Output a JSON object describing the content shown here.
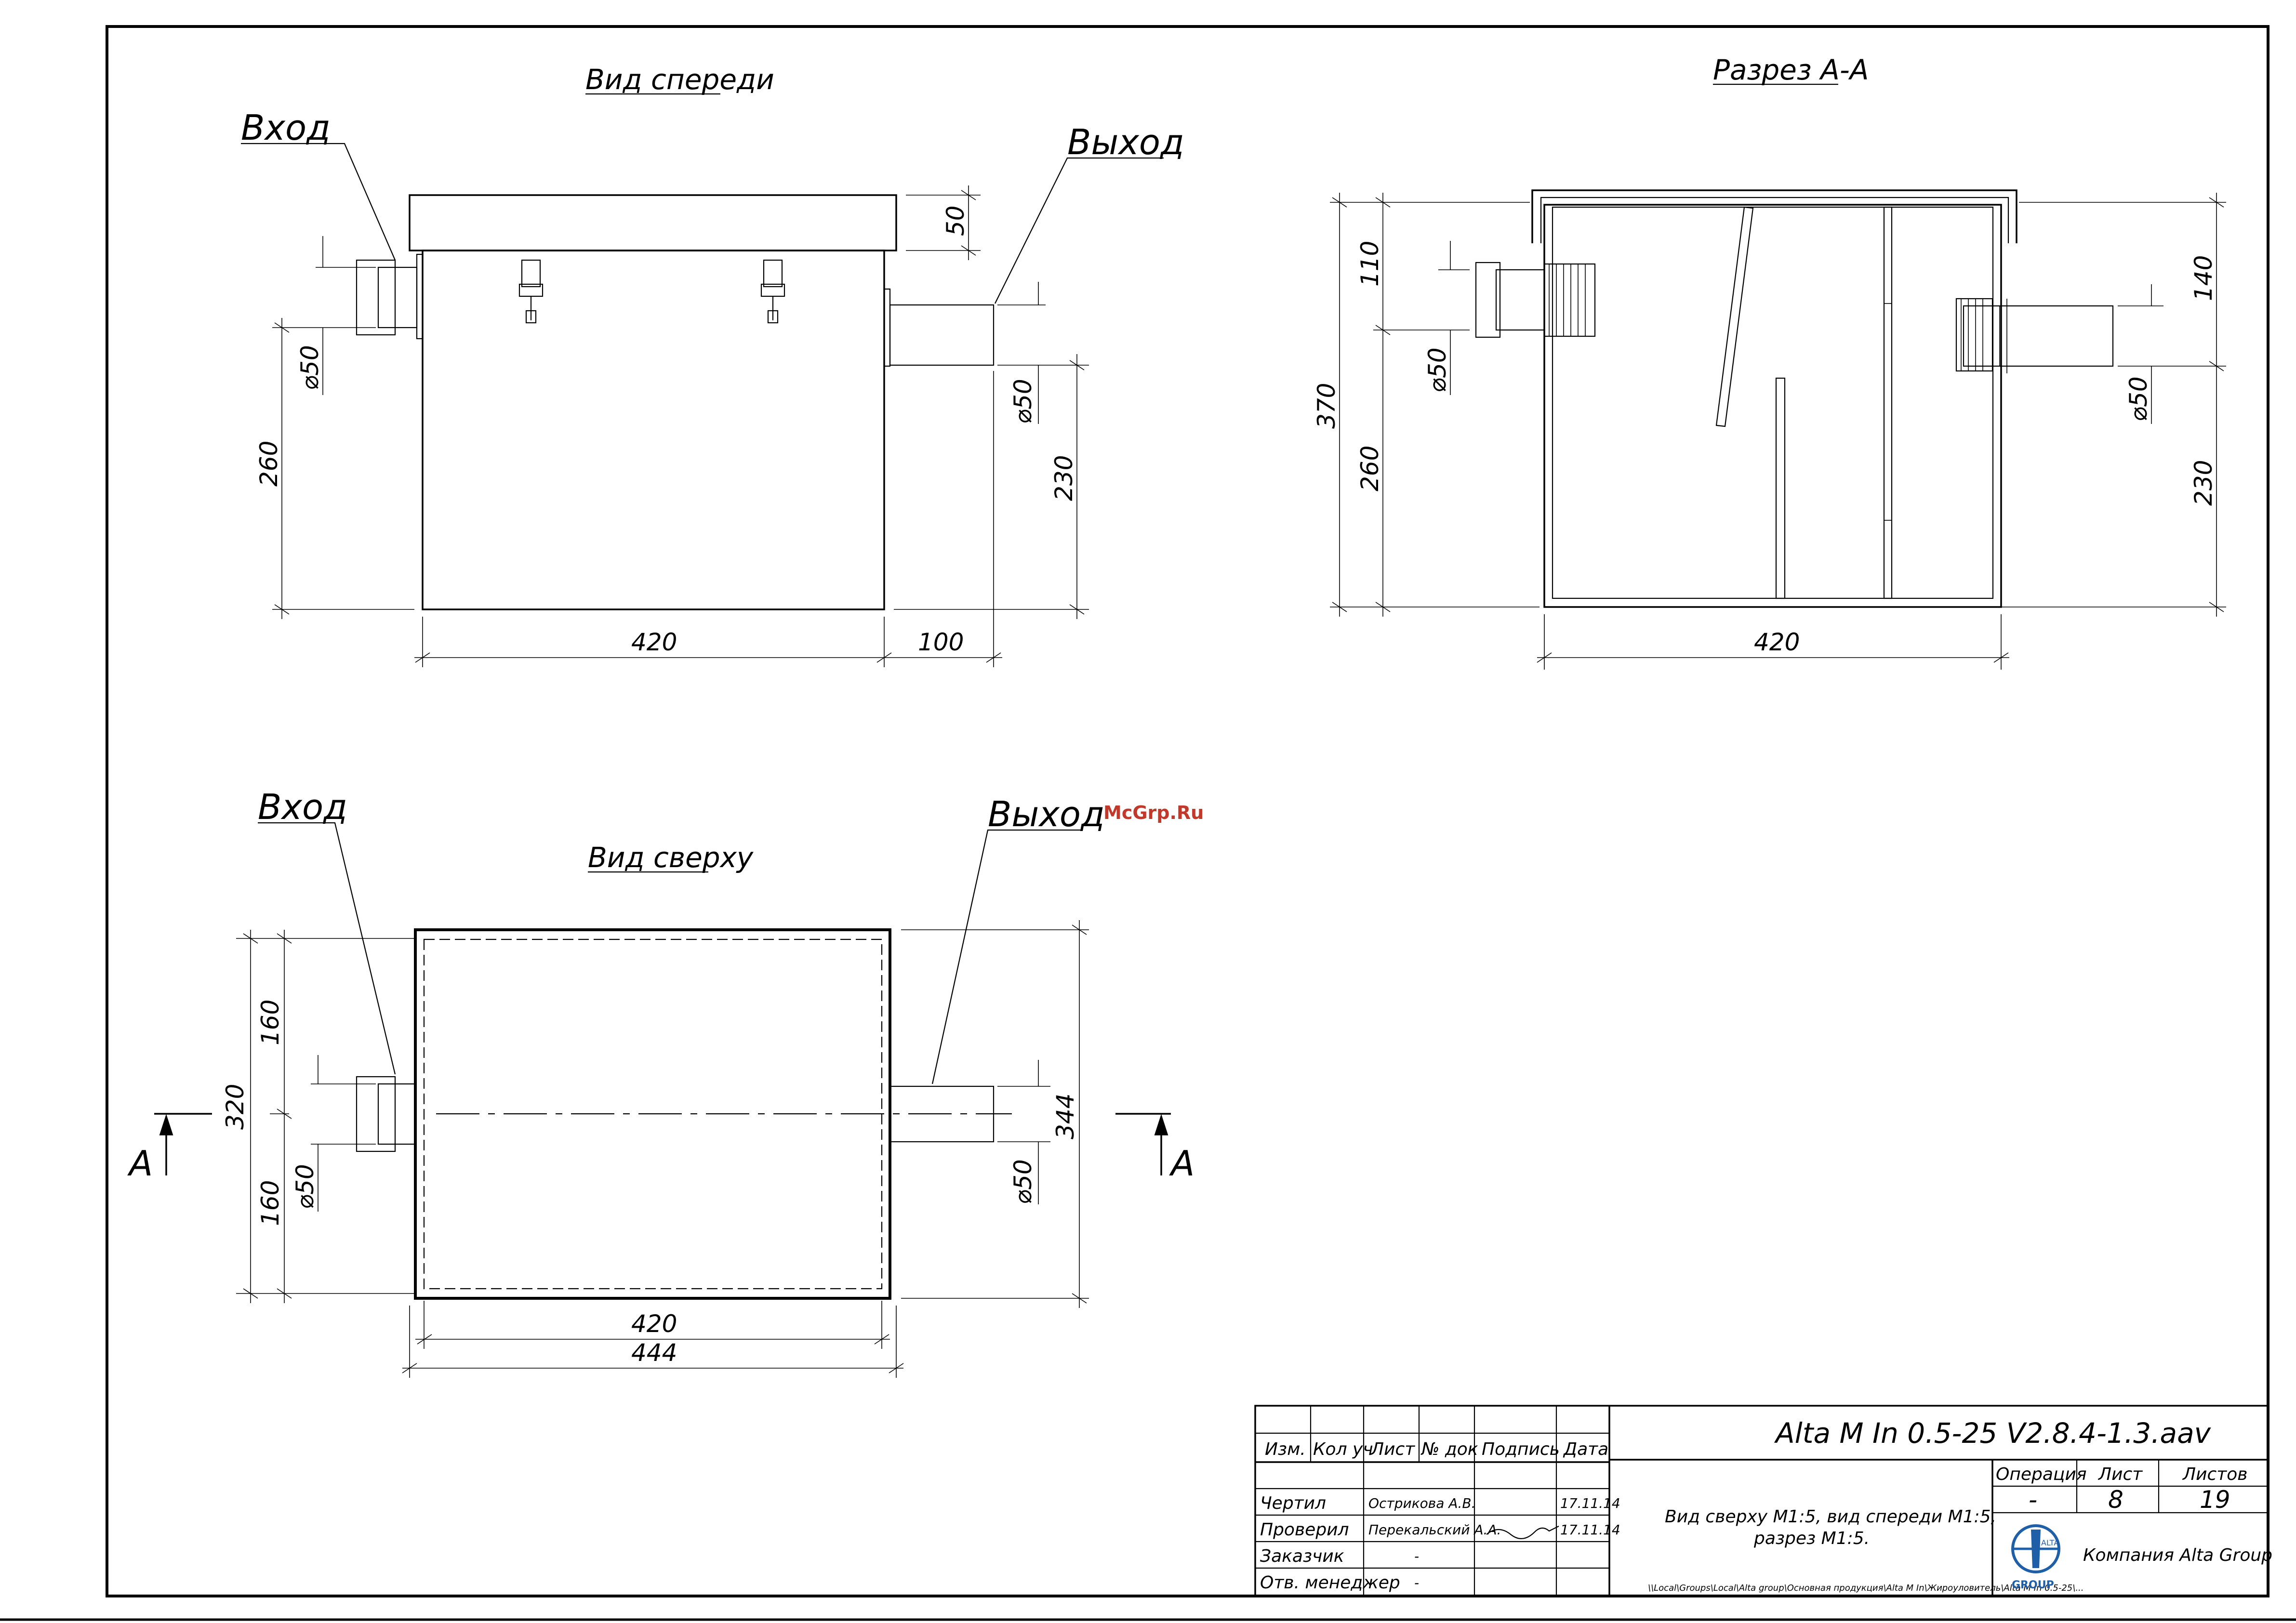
{
  "views": {
    "front_title": "Вид спереди",
    "section_title": "Разрез А-А",
    "top_title": "Вид сверху"
  },
  "callouts": {
    "inlet_front": "Вход",
    "outlet_front": "Выход",
    "inlet_top": "Вход",
    "outlet_top": "Выход"
  },
  "section_markers": {
    "left": "А",
    "right": "А"
  },
  "watermark": "McGrp.Ru",
  "dimensions": {
    "front": {
      "lid": "50",
      "inlet_dia": "⌀50",
      "inlet_height": "260",
      "outlet_dia": "⌀50",
      "outlet_height": "230",
      "width": "420",
      "outlet_length": "100"
    },
    "section": {
      "total_height": "370",
      "inlet_top": "110",
      "inlet_dia": "⌀50",
      "inlet_height": "260",
      "outlet_top": "140",
      "outlet_dia": "⌀50",
      "outlet_height": "230",
      "width": "420"
    },
    "top": {
      "total_depth": "320",
      "half_upper": "160",
      "half_lower": "160",
      "inlet_dia": "⌀50",
      "outlet_dia": "⌀50",
      "overall_depth": "344",
      "width": "420",
      "overall_width": "444"
    }
  },
  "title_block": {
    "document_code": "Alta M In 0.5-25 V2.8.4-1.3.aav",
    "description_line1": "Вид сверху М1:5, вид спереди  М1:5,",
    "description_line2": "разрез  М1:5.",
    "columns": [
      "Изм.",
      "Кол уч",
      "Лист",
      "№ док",
      "Подпись",
      "Дата"
    ],
    "rows": [
      {
        "role": "Чертил",
        "name": "Острикова А.В.",
        "date": "17.11.14"
      },
      {
        "role": "Проверил",
        "name": "Перекальский А.А.",
        "date": "17.11.14"
      },
      {
        "role": "Заказчик",
        "name": "-",
        "date": ""
      },
      {
        "role": "Отв. менеджер",
        "name": "-",
        "date": ""
      }
    ],
    "operation_label": "Операция",
    "sheet_label": "Лист",
    "sheets_label": "Листов",
    "operation_value": "-",
    "sheet_value": "8",
    "sheets_value": "19",
    "company": "Компания Alta Group",
    "logo_text": "GROUP",
    "logo_mark": "ALTA",
    "footer_path": "\\\\Local\\Groups\\Local\\Alta group\\Основная продукция\\Alta M In\\Жироуловитель\\Alta M In 0.5-25\\..."
  }
}
